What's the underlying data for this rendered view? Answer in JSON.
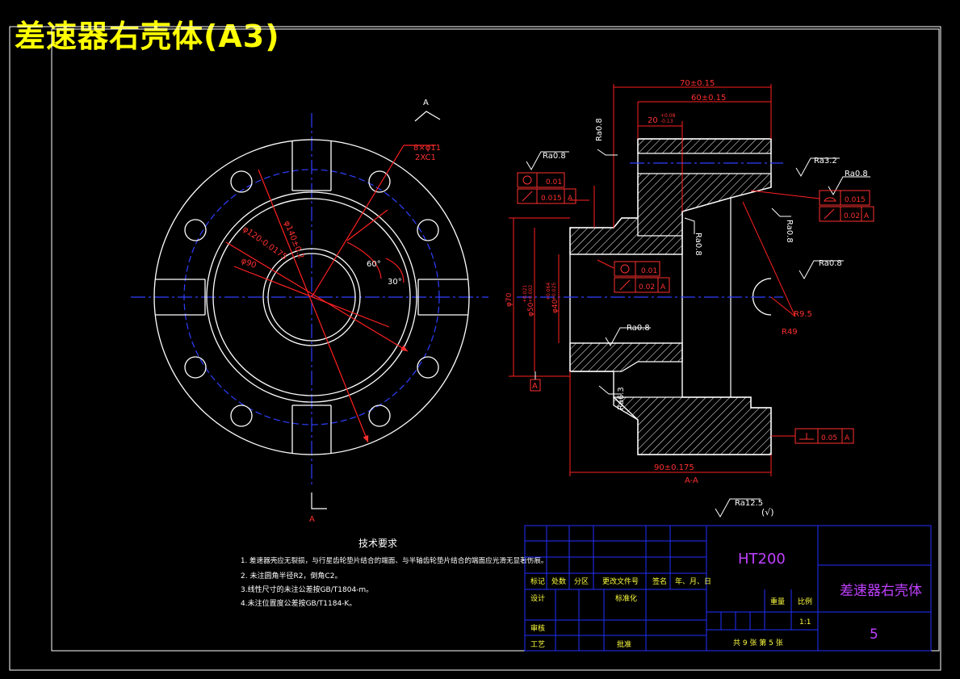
{
  "title": "差速器右壳体(A3)",
  "section_label_top": "A",
  "section_label_bottom": "A",
  "section_view_label": "A-A",
  "front_view": {
    "holes_callout": "8×φ11",
    "holes_callout_sub": "2XC1",
    "dim_pcd": "φ140±0.2",
    "dim_bore": "φ120-0.0175",
    "dim_inner": "φ90",
    "angle_60": "60°",
    "angle_30": "30°"
  },
  "section_view": {
    "dim_70": "70±0.15",
    "dim_60": "60±0.15",
    "dim_20": "20",
    "dim_20_tol_upper": "+0.08",
    "dim_20_tol_lower": "-0.13",
    "dim_90": "90±0.175",
    "dim_phi70": "φ70",
    "dim_phi50": "φ50",
    "dim_phi50_tol_upper": "+0.021",
    "dim_phi50_tol_lower": "+0.002",
    "dim_phi40": "φ40",
    "dim_phi40_tol_upper": "+0.064",
    "dim_phi40_tol_lower": "+0.025",
    "ra08_a": "Ra0.8",
    "ra08_b": "Ra0.8",
    "ra08_c": "Ra0.8",
    "ra08_d": "Ra0.8",
    "ra08_e": "Ra0.8",
    "ra08_f": "Ra0.8",
    "ra08_g": "Ra0.8",
    "ra32": "Ra3.2",
    "ra63": "Ra6.3",
    "r95": "R9.5",
    "r49": "R49",
    "datum": "A",
    "tol_left_1": "0.01",
    "tol_left_2": "0.015",
    "tol_left_2_ref": "A",
    "tol_mid_1": "0.01",
    "tol_mid_2": "0.02",
    "tol_mid_2_ref": "A",
    "tol_right_1": "0.015",
    "tol_right_2": "0.02",
    "tol_right_2_ref": "A",
    "tol_bottom": "0.05",
    "tol_bottom_ref": "A",
    "ra_general": "Ra12.5",
    "ra_general_paren": "(√)"
  },
  "notes": {
    "heading": "技术要求",
    "lines": [
      "1. 差速器壳应无裂损，与行星齿轮垫片结合的端面、与半轴齿轮垫片结合的端面应光滑无显著伤痕。",
      "2. 未注圆角半径R2，倒角C2。",
      "3.线性尺寸的未注公差按GB/T1804-m。",
      "4.未注位置度公差按GB/T1184-K。"
    ]
  },
  "title_block": {
    "material": "HT200",
    "part_name": "差速器右壳体",
    "number": "5",
    "scale": "1:1",
    "sheet_info": "共 9 张  第 5 张",
    "labels": {
      "mark": "标记",
      "count": "处数",
      "zone": "分区",
      "doc": "更改文件号",
      "sign": "签名",
      "date": "年、月、日",
      "design": "设计",
      "standard": "标准化",
      "weight": "重量",
      "ratio": "比例",
      "review": "审核",
      "process": "工艺",
      "approve": "批准"
    }
  }
}
